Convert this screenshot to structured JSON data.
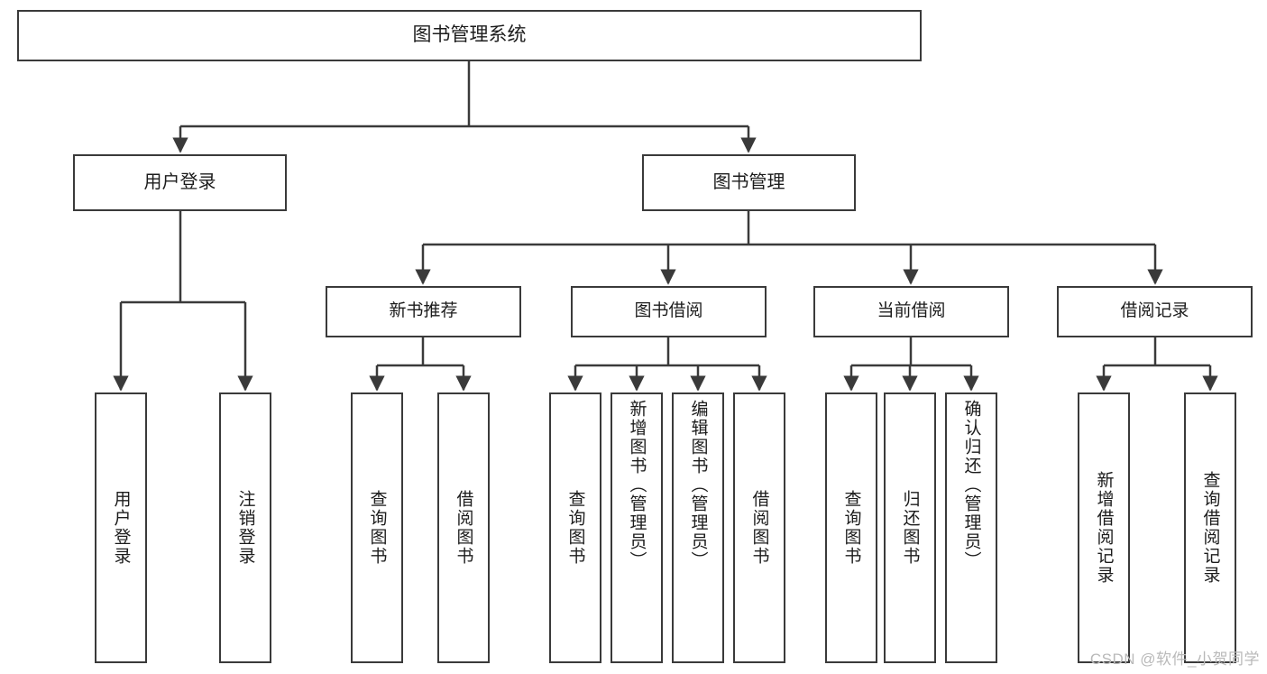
{
  "diagram": {
    "title": "图书管理系统",
    "type": "tree",
    "colors": {
      "stroke": "#3a3a3a",
      "fill": "#ffffff",
      "text": "#1c1c1c",
      "watermark": "#b9b9b9"
    },
    "root": {
      "label": "图书管理系统"
    },
    "level1": [
      {
        "key": "user_login",
        "label": "用户登录"
      },
      {
        "key": "book_manage",
        "label": "图书管理"
      }
    ],
    "level2": [
      {
        "key": "new_book",
        "label": "新书推荐"
      },
      {
        "key": "borrow",
        "label": "图书借阅"
      },
      {
        "key": "current",
        "label": "当前借阅"
      },
      {
        "key": "records",
        "label": "借阅记录"
      }
    ],
    "leaves": {
      "user_login": [
        {
          "label": "用户登录"
        },
        {
          "label": "注销登录"
        }
      ],
      "new_book": [
        {
          "label": "查询图书"
        },
        {
          "label": "借阅图书"
        }
      ],
      "borrow": [
        {
          "label": "查询图书"
        },
        {
          "label": "新增图书（管理员）"
        },
        {
          "label": "编辑图书（管理员）"
        },
        {
          "label": "借阅图书"
        }
      ],
      "current": [
        {
          "label": "查询图书"
        },
        {
          "label": "归还图书"
        },
        {
          "label": "确认归还（管理员）"
        }
      ],
      "records": [
        {
          "label": "新增借阅记录"
        },
        {
          "label": "查询借阅记录"
        }
      ]
    }
  },
  "watermark": {
    "text": "CSDN @软件_小贺同学"
  }
}
